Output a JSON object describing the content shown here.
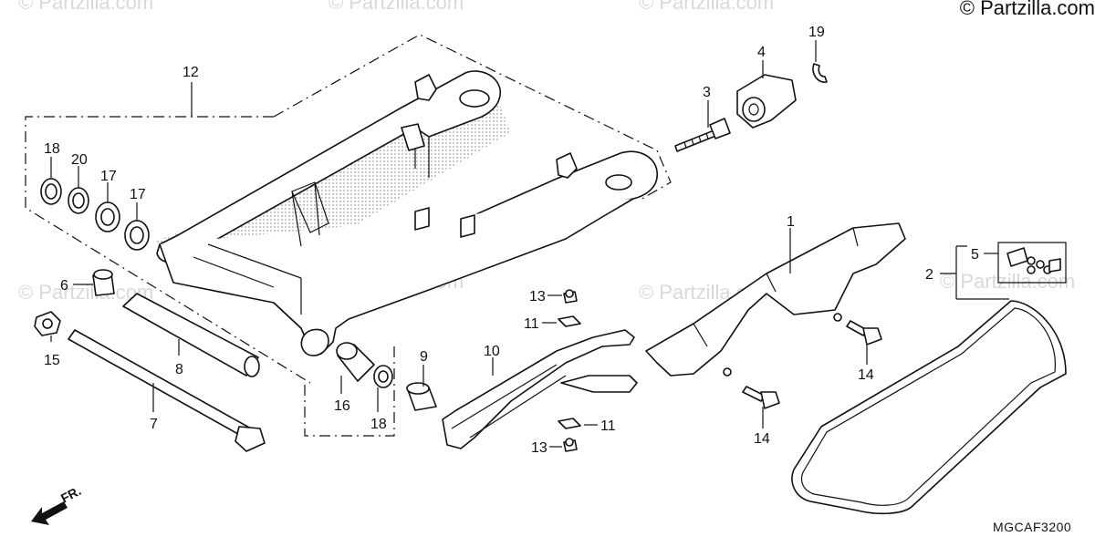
{
  "watermark": "© Partzilla.com",
  "copyright": "© Partzilla.com",
  "diagram_code": "MGCAF3200",
  "direction_label": "FR.",
  "callouts": {
    "c1": "1",
    "c2": "2",
    "c3": "3",
    "c4": "4",
    "c5": "5",
    "c6": "6",
    "c7": "7",
    "c8": "8",
    "c9": "9",
    "c10": "10",
    "c11a": "11",
    "c11b": "11",
    "c12": "12",
    "c13a": "13",
    "c13b": "13",
    "c14a": "14",
    "c14b": "14",
    "c15": "15",
    "c16": "16",
    "c17a": "17",
    "c17b": "17",
    "c18a": "18",
    "c18b": "18",
    "c19": "19",
    "c20": "20"
  }
}
